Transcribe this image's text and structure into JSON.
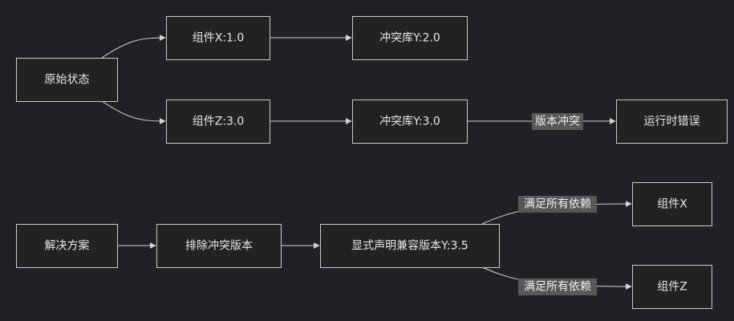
{
  "nodes": {
    "original": "原始状态",
    "comp_x_10": "组件X:1.0",
    "conflict_y_20": "冲突库Y:2.0",
    "comp_z_30": "组件Z:3.0",
    "conflict_y_30": "冲突库Y:3.0",
    "runtime_error": "运行时错误",
    "solution": "解决方案",
    "exclude": "排除冲突版本",
    "explicit": "显式声明兼容版本Y:3.5",
    "comp_x": "组件X",
    "comp_z": "组件Z"
  },
  "edge_labels": {
    "version_conflict": "版本冲突",
    "satisfy_x": "满足所有依赖",
    "satisfy_z": "满足所有依赖"
  },
  "colors": {
    "background": "#202124",
    "node_fill": "#202223",
    "node_stroke": "#cccccc",
    "text": "#e8e8e8",
    "edge": "#d3d3d3",
    "edge_label_bg": "#585858"
  }
}
